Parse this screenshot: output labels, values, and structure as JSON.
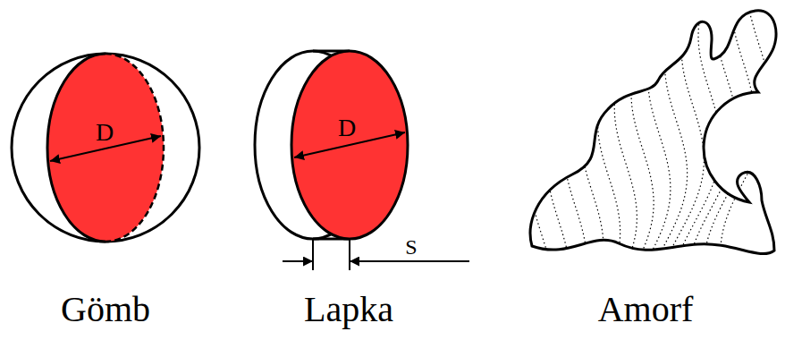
{
  "diagram": {
    "labels": [
      "D",
      "D",
      "S",
      "Gömb",
      "Lapka",
      "Amorf"
    ]
  }
}
